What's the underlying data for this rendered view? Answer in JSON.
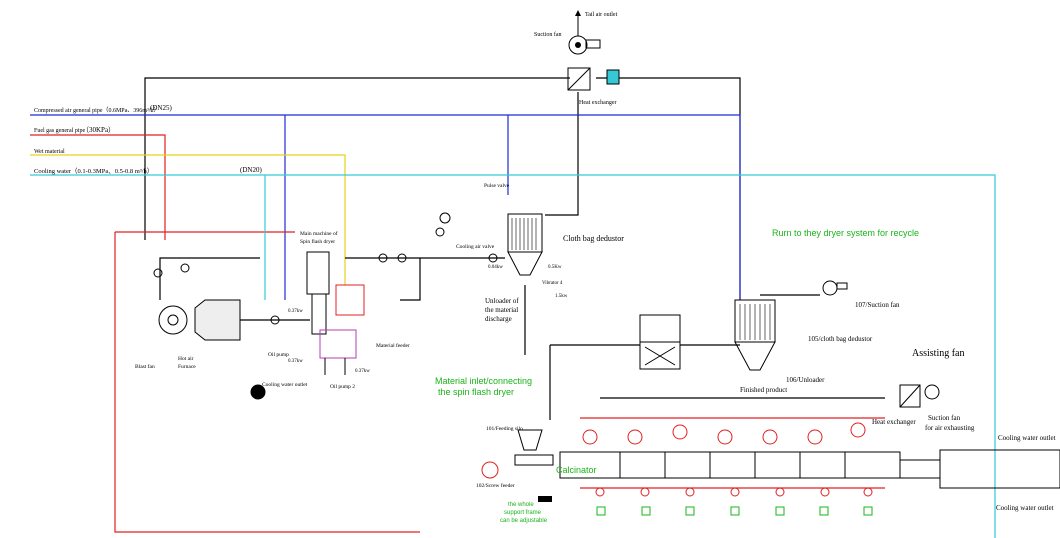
{
  "colors": {
    "line": "#000000",
    "blue": "#1f2bd6",
    "red": "#e02020",
    "yellow": "#e6d21a",
    "cyan": "#35c9d6",
    "green_text": "#19b419",
    "magenta": "#b43cb4"
  },
  "labels": {
    "tail_air_outlet": "Tail air outlet",
    "suction_fan_top": "Suction fan",
    "heat_exchanger_top": "Heat exchanger",
    "compressed_air": "Compressed air general pipe（0.6MPa、396m³/h）",
    "dn25": "(DN25)",
    "fuel_gas": "Fuel gas general pipe",
    "fuel_gas_pressure": "（30KPa）",
    "wet_material": "Wet material",
    "cooling_water": "Cooling water（0.1-0.3MPa、0.5-0.8 m³/h）",
    "dn20": "(DN20)",
    "pulse_valve": "Pulse valve",
    "cooling_air_valve": "Cooling air valve",
    "cloth_bag_dedustor": "Cloth bag dedustor",
    "main_machine": "Main machine of",
    "spin_flash_dryer": "Spin flash dryer",
    "unloader_1": "Unloader of",
    "unloader_2": "the material",
    "unloader_3": "discharge",
    "material_feeder": "Material feeder",
    "oil_pump": "Oil pump",
    "oil_pump_2": "Oil pump 2",
    "cooling_water_outlet_left": "Cooling water outlet",
    "blast_fan": "Blast fan",
    "hot_air_1": "Hot air",
    "hot_air_2": "Furnace",
    "recycle": "Rurn to they dryer system for recycle",
    "suction_fan_107": "107/Suction fan",
    "dedustor_105": "105/cloth bag dedustor",
    "unloader_106": "106/Unloader",
    "finished_product": "Finished product",
    "assisting_fan": "Assisting fan",
    "heat_exchanger_right": "Heat exchanger",
    "suction_fan_right_1": "Suction fan",
    "suction_fan_right_2": "for air exhausting",
    "cooling_water_outlet_r1": "Cooling water outlet",
    "cooling_water_outlet_r2": "Cooling water outlet",
    "material_inlet_1": "Material inlet/connecting",
    "material_inlet_2": "the spin flash dryer",
    "feeding_silo": "101/Feeding silo",
    "screw_feeder": "102/Screw feeder",
    "calcinator": "Calcinator",
    "support_1": "the whole",
    "support_2": "support frame",
    "support_3": "can be adjustable",
    "vibrator": "Vibrator 4",
    "kw1": "0.5Kw",
    "kw2": "0.04kw",
    "kw3": "1.5kw",
    "kw4": "0.37kw",
    "kw5": "0.37kw",
    "kw6": "0.37kw"
  }
}
